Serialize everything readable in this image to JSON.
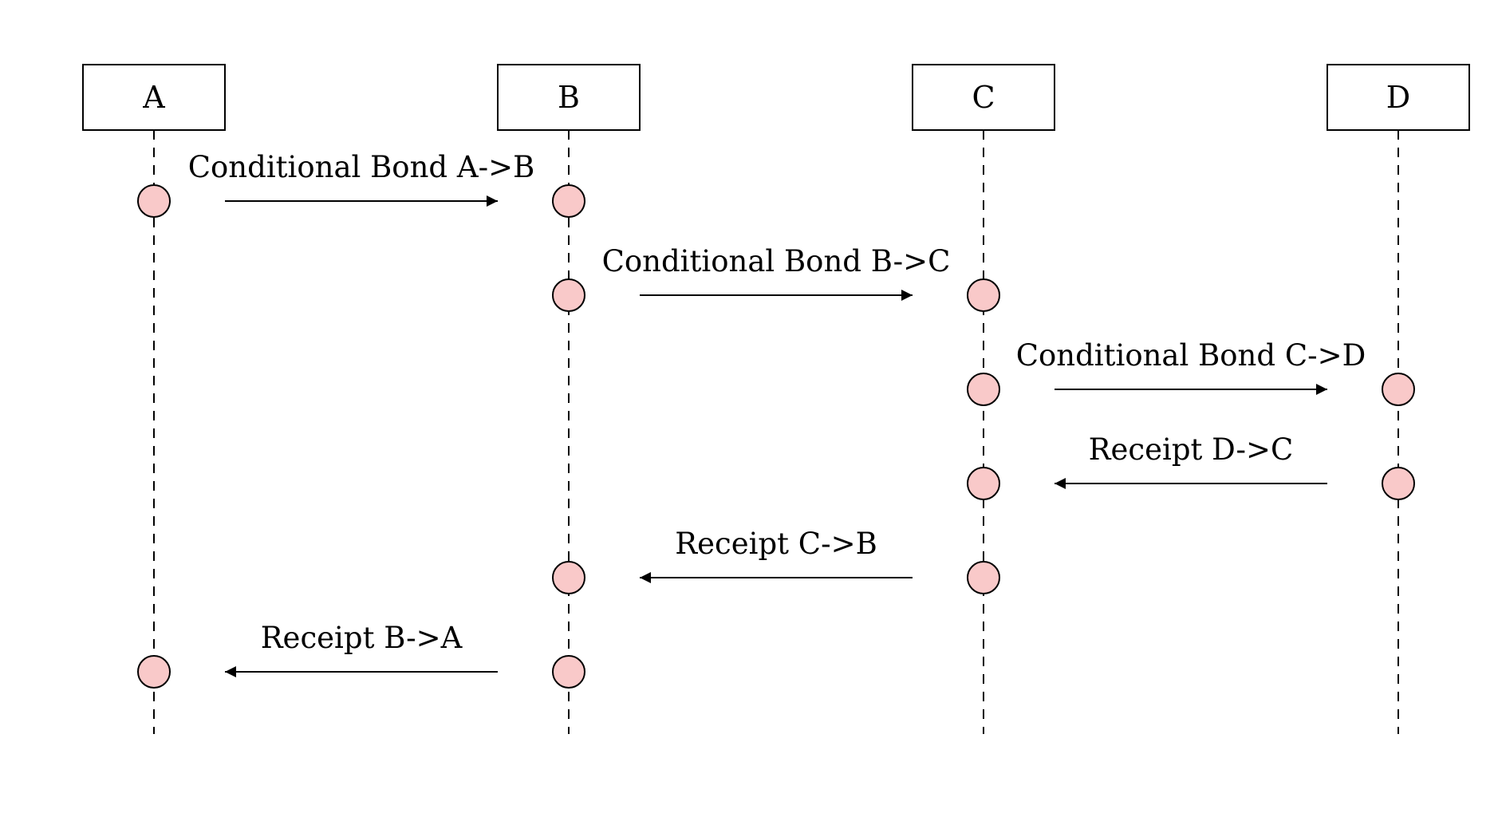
{
  "actors": [
    {
      "id": "A",
      "label": "A"
    },
    {
      "id": "B",
      "label": "B"
    },
    {
      "id": "C",
      "label": "C"
    },
    {
      "id": "D",
      "label": "D"
    }
  ],
  "messages": [
    {
      "from": "A",
      "to": "B",
      "label": "Conditional Bond A->B"
    },
    {
      "from": "B",
      "to": "C",
      "label": "Conditional Bond B->C"
    },
    {
      "from": "C",
      "to": "D",
      "label": "Conditional Bond C->D"
    },
    {
      "from": "D",
      "to": "C",
      "label": "Receipt D->C"
    },
    {
      "from": "C",
      "to": "B",
      "label": "Receipt C->B"
    },
    {
      "from": "B",
      "to": "A",
      "label": "Receipt B->A"
    }
  ],
  "colors": {
    "node_fill": "#f9c9c9",
    "stroke": "#000000",
    "background": "#ffffff"
  }
}
